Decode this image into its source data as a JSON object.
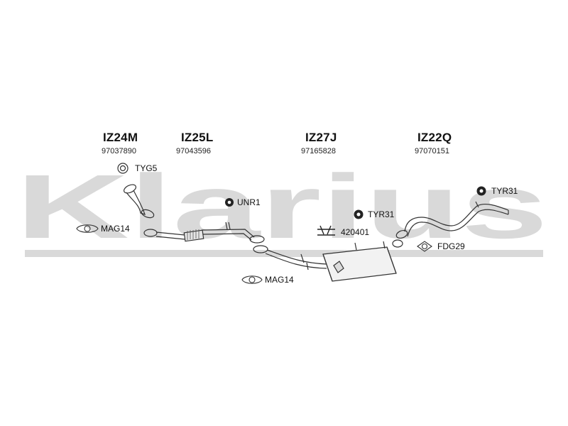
{
  "watermark": {
    "text": "Klarius",
    "color": "#d9d9d9"
  },
  "sections": [
    {
      "code": "IZ24M",
      "part_number": "97037890"
    },
    {
      "code": "IZ25L",
      "part_number": "97043596"
    },
    {
      "code": "IZ27J",
      "part_number": "97165828"
    },
    {
      "code": "IZ22Q",
      "part_number": "97070151"
    }
  ],
  "fittings": [
    {
      "label": "TYG5",
      "icon": "gasket-ring-icon"
    },
    {
      "label": "UNR1",
      "icon": "rubber-mount-icon"
    },
    {
      "label": "MAG14",
      "icon": "flange-gasket-icon"
    },
    {
      "label": "TYR31",
      "icon": "rubber-hanger-icon"
    },
    {
      "label": "420401",
      "icon": "mounting-bracket-icon"
    },
    {
      "label": "MAG14",
      "icon": "flange-gasket-icon"
    },
    {
      "label": "TYR31",
      "icon": "rubber-hanger-icon"
    },
    {
      "label": "FDG29",
      "icon": "diamond-gasket-icon"
    }
  ]
}
